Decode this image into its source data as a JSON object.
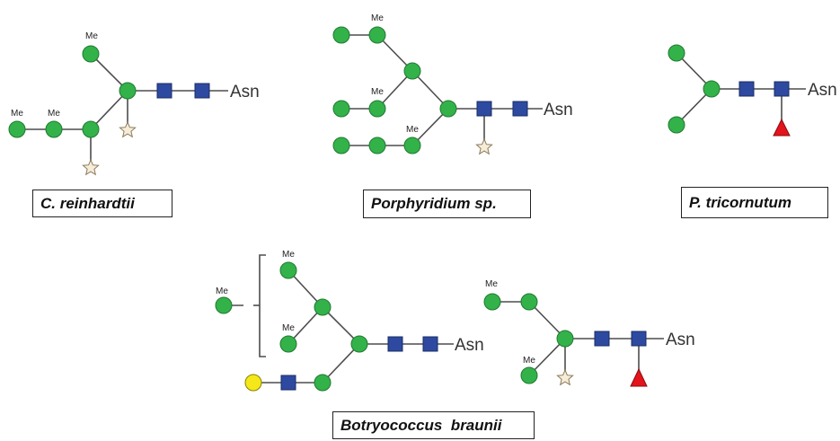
{
  "species": {
    "c_reinhardtii": "C. reinhardtii",
    "porphyridium": "Porphyridium sp.",
    "p_tricornutum": "P. tricornutum",
    "b_braunii": "Botryococcus  braunii"
  },
  "symbols": {
    "methyl": "Me",
    "asparagine": "Asn"
  },
  "colors": {
    "mannose": "#33b24a",
    "galactose": "#f4e71a",
    "glcnac": "#2d4aa0",
    "fucose": "#e3141b",
    "xylose": "#f6ecd8"
  }
}
